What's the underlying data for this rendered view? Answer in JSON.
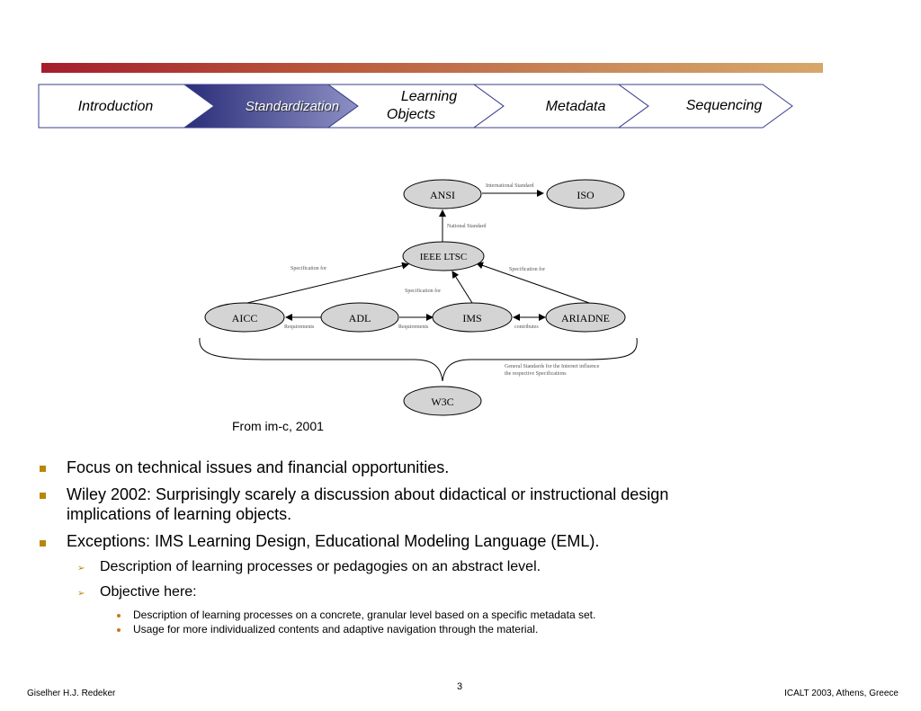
{
  "nav": {
    "tabs": [
      {
        "label": "Introduction",
        "active": false
      },
      {
        "label": "Standardization",
        "active": true
      },
      {
        "label_line1": "Learning",
        "label_line2": "Objects",
        "active": false
      },
      {
        "label": "Metadata",
        "active": false
      },
      {
        "label": "Sequencing",
        "active": false
      }
    ]
  },
  "diagram": {
    "nodes": {
      "ansi": "ANSI",
      "iso": "ISO",
      "ieee": "IEEE LTSC",
      "aicc": "AICC",
      "adl": "ADL",
      "ims": "IMS",
      "ariadne": "ARIADNE",
      "w3c": "W3C"
    },
    "edge_labels": {
      "intl_standard": "International Standard",
      "national_standard": "National Standard",
      "spec_for_left": "Specification for",
      "spec_for_mid": "Specification for",
      "spec_for_right": "Specification for",
      "requirements_1": "Requirements",
      "requirements_2": "Requirements",
      "contributes": "contributes",
      "w3c_note_1": "General Standards for the Internet influence",
      "w3c_note_2": "the respective Specifications"
    },
    "caption": "From im-c, 2001"
  },
  "content": {
    "bullets": [
      {
        "text": "Focus on technical issues and financial opportunities."
      },
      {
        "text_line1": "Wiley 2002: Surprisingly scarely a discussion about didactical or instructional design",
        "text_line2": "implications of learning objects."
      },
      {
        "text": "Exceptions: IMS Learning Design, Educational Modeling Language (EML)."
      }
    ],
    "sub_bullets": [
      "Description of learning processes or pedagogies on an abstract level.",
      "Objective here:"
    ],
    "sub_sub_bullets": [
      "Description of learning processes on a concrete, granular level based on a specific metadata set.",
      "Usage for more individualized contents and adaptive navigation through the material."
    ]
  },
  "footer": {
    "author": "Giselher H.J. Redeker",
    "page_number": "3",
    "conference": "ICALT 2003, Athens, Greece"
  },
  "colors": {
    "active_tab": "#3b3f8c",
    "bullet": "#b8860b",
    "node_fill": "#d4d4d4"
  }
}
